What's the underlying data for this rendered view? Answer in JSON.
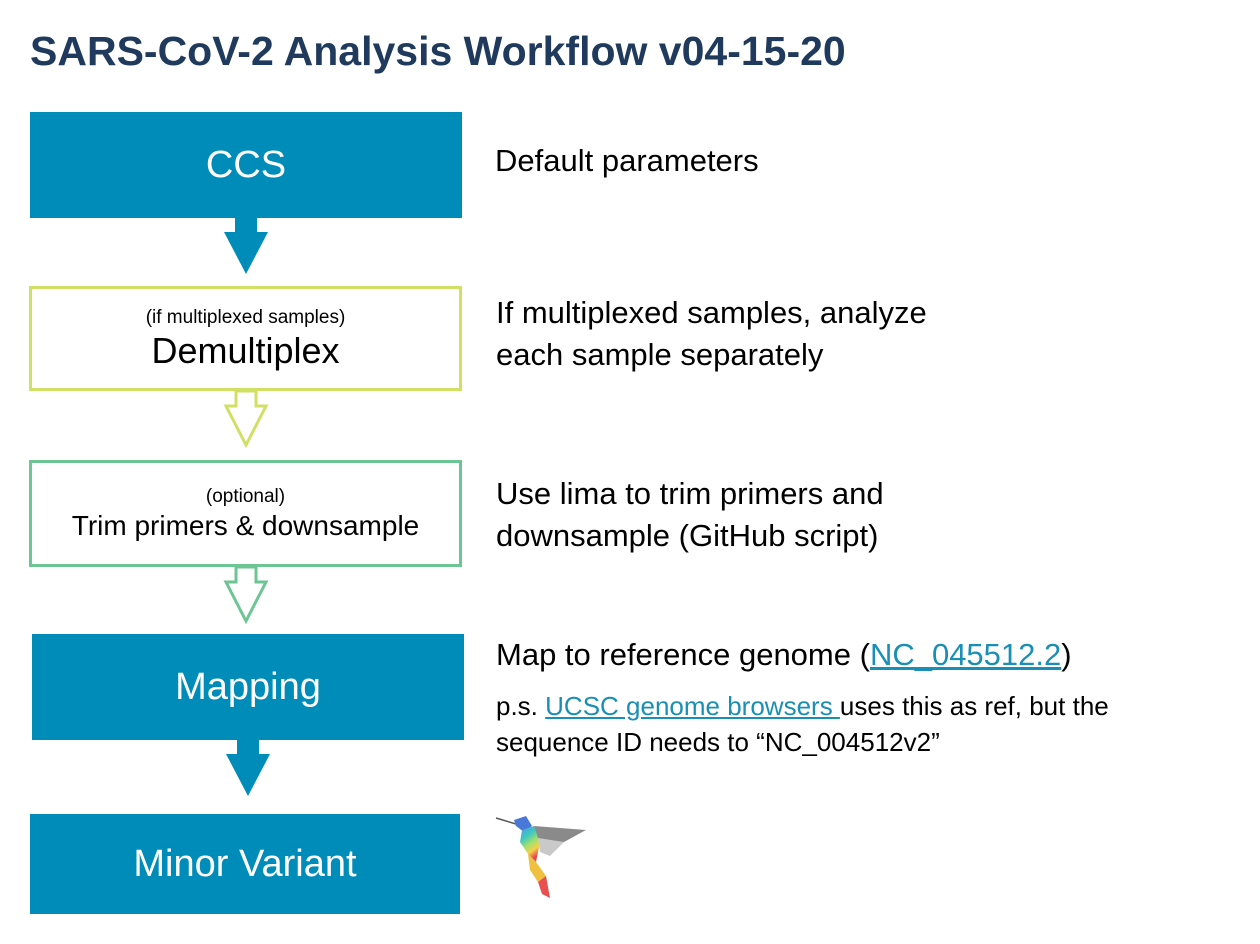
{
  "title": "SARS-CoV-2 Analysis Workflow v04-15-20",
  "steps": [
    {
      "label": "CCS"
    },
    {
      "sublabel": "(if multiplexed samples)",
      "label": "Demultiplex"
    },
    {
      "sublabel": "(optional)",
      "label": "Trim primers & downsample"
    },
    {
      "label": "Mapping"
    },
    {
      "label": "Minor Variant"
    }
  ],
  "descriptions": {
    "ccs": "Default parameters",
    "demux_line1": "If multiplexed samples, analyze",
    "demux_line2": "each sample separately",
    "trim_line1": "Use lima to trim primers and",
    "trim_line2": "downsample (GitHub script)",
    "mapping_prefix": "Map to reference genome (",
    "mapping_link": "NC_045512.2",
    "mapping_suffix": ")",
    "note_prefix": "p.s. ",
    "note_link": "UCSC genome browsers ",
    "note_suffix": "uses this as ref, but the",
    "note_line2": "sequence ID needs to “NC_004512v2”"
  },
  "colors": {
    "title": "#1f3a5c",
    "solid_box": "#008cb8",
    "outline_lime": "#cfe065",
    "outline_green": "#6cc593",
    "link": "#1a8fb5"
  },
  "icons": [
    "hummingbird-logo"
  ]
}
